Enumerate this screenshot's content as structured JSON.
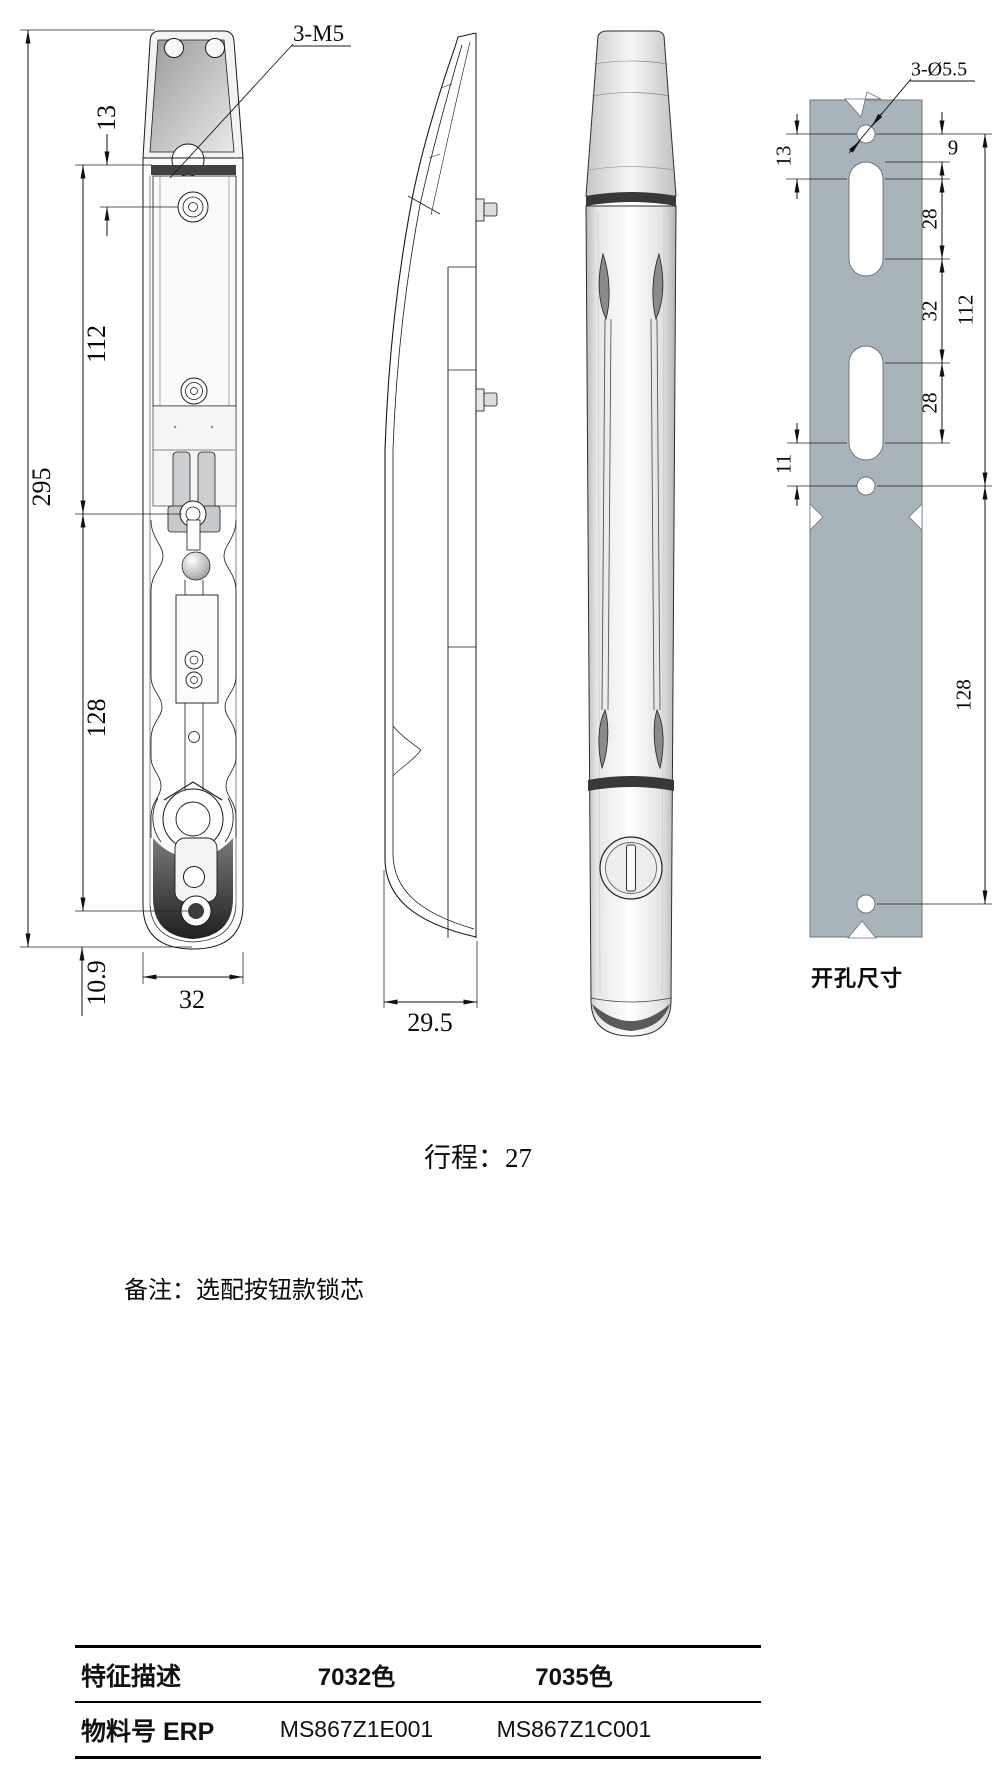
{
  "front_section_view": {
    "thread_callout": "3-M5",
    "dim_top_offset": "13",
    "dim_upper_span": "112",
    "dim_total_height": "295",
    "dim_lower_span": "128",
    "dim_bottom_offset": "10.9",
    "dim_width": "32"
  },
  "side_view": {
    "dim_depth": "29.5"
  },
  "cutout_view": {
    "title": "开孔尺寸",
    "hole_callout": "3-Ø5.5",
    "dim_hole_to_slot_center": "13",
    "dim_hole_to_slot_edge": "9",
    "dim_slot1_span": "28",
    "dim_slot_gap": "32",
    "dim_slot2_span": "28",
    "dim_slot_to_hole": "11",
    "dim_upper_total": "112",
    "dim_lower_span": "128"
  },
  "notes": {
    "stroke": "行程：27",
    "remark": "备注：选配按钮款锁芯"
  },
  "spec_table": {
    "header": {
      "feature": "特征描述",
      "color1": "7032色",
      "color2": "7035色"
    },
    "row": {
      "label": "物料号 ERP",
      "part1": "MS867Z1E001",
      "part2": "MS867Z1C001"
    }
  },
  "colors": {
    "plate_gray": "#a9b3ba",
    "line": "#1a1a1a"
  }
}
